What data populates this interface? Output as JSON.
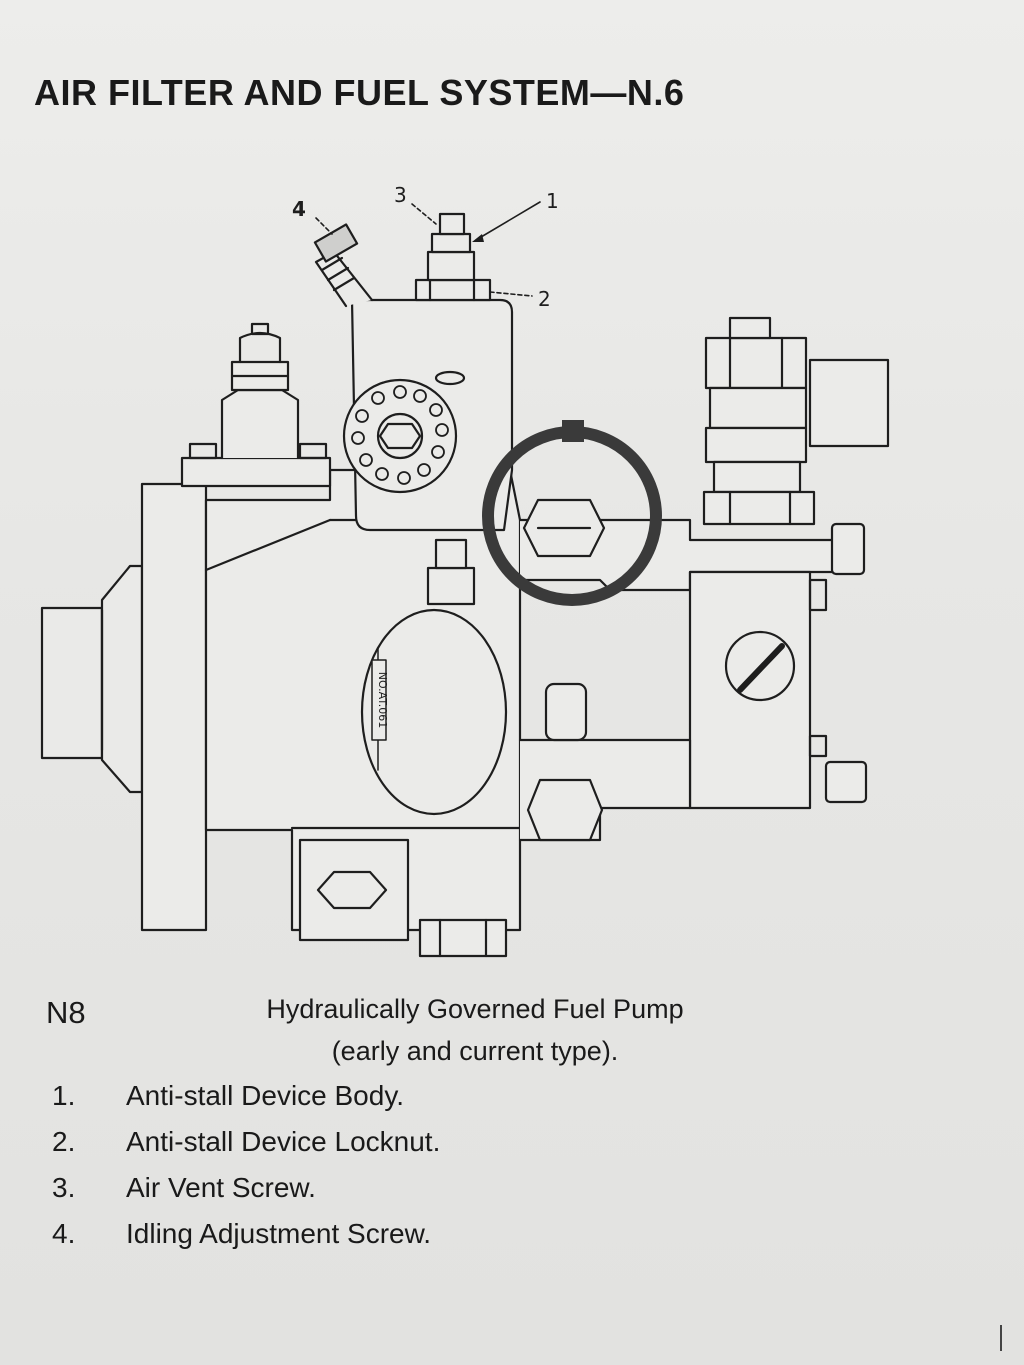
{
  "header": {
    "title": "AIR FILTER AND FUEL SYSTEM—N.6"
  },
  "diagram": {
    "callouts": [
      "1",
      "2",
      "3",
      "4"
    ],
    "inspection_plate_text": "NO.AT.061"
  },
  "figure": {
    "id": "N8",
    "caption_line1": "Hydraulically Governed Fuel Pump",
    "caption_line2": "(early and current type)."
  },
  "legend": [
    {
      "number": "1.",
      "label": "Anti-stall Device Body."
    },
    {
      "number": "2.",
      "label": "Anti-stall Device Locknut."
    },
    {
      "number": "3.",
      "label": "Air Vent Screw."
    },
    {
      "number": "4.",
      "label": "Idling Adjustment Screw."
    }
  ]
}
